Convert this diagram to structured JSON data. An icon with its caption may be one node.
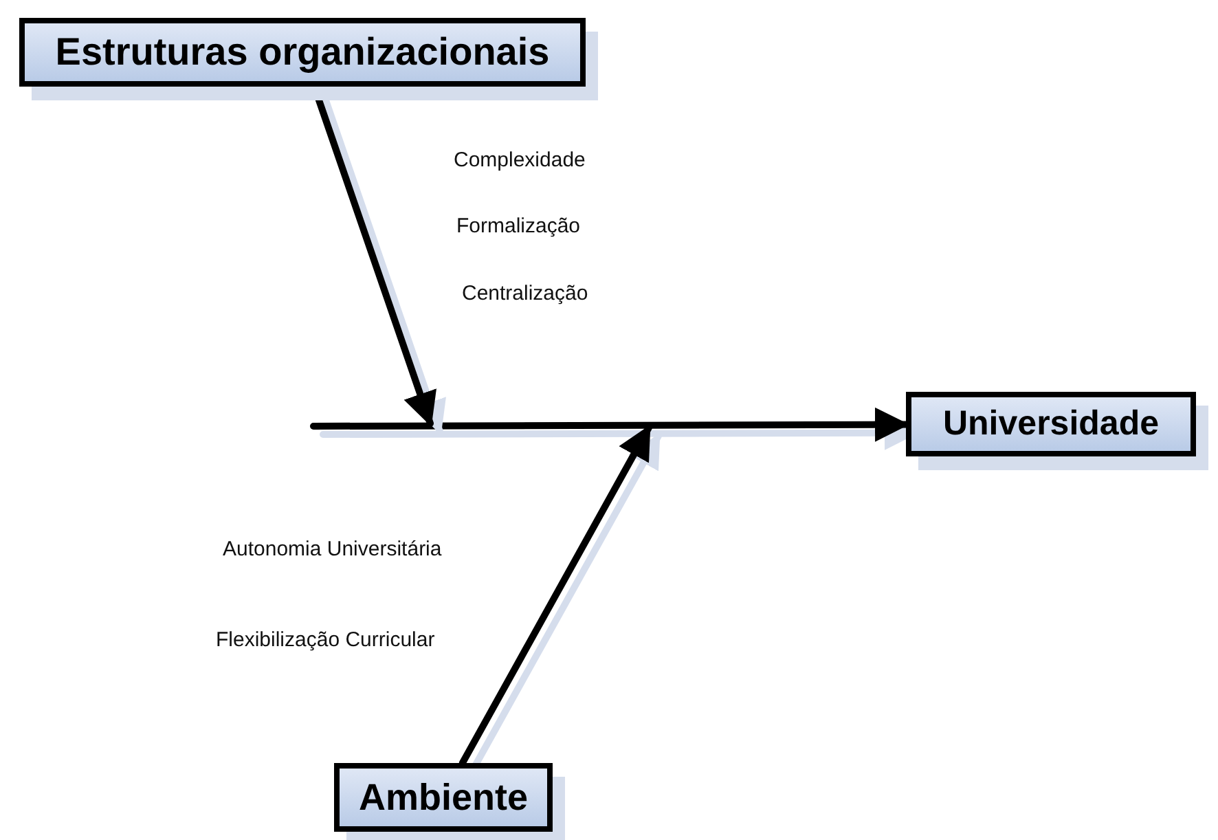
{
  "diagram": {
    "nodes": [
      {
        "text": [
          "Estruturas organizacionais"
        ]
      },
      {
        "text": [
          "Universidade"
        ]
      },
      {
        "text": [
          "Ambiente"
        ]
      }
    ],
    "edges": [
      {
        "from": null,
        "to": 1,
        "arrow": "to"
      },
      {
        "from": 0,
        "to": null,
        "arrow": "to"
      },
      {
        "from": 2,
        "to": null,
        "arrow": "to"
      }
    ],
    "labels": [
      "Complexidade",
      "Formalização",
      "Centralização",
      "Autonomia Universitária",
      "Flexibilização Curricular"
    ]
  }
}
